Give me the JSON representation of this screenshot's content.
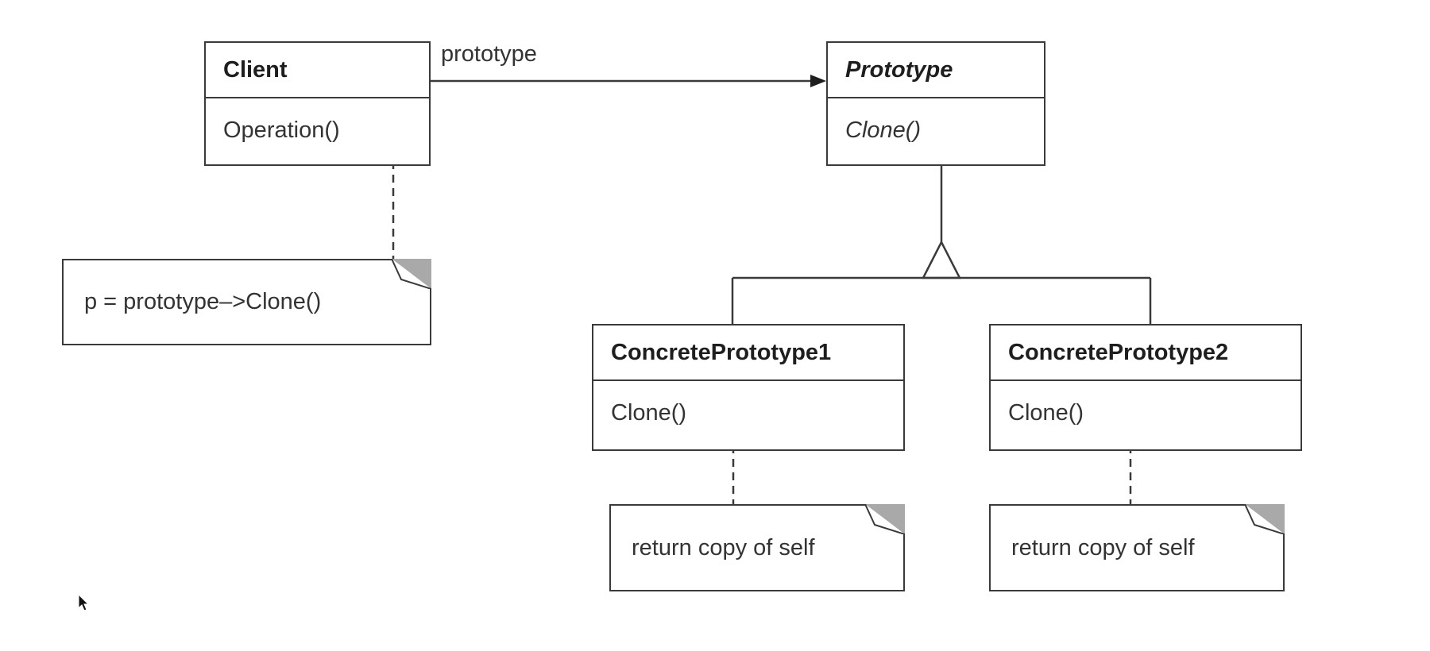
{
  "association": {
    "label": "prototype"
  },
  "classes": {
    "client": {
      "name": "Client",
      "operation": "Operation()"
    },
    "prototype": {
      "name": "Prototype",
      "operation": "Clone()"
    },
    "concrete1": {
      "name": "ConcretePrototype1",
      "operation": "Clone()"
    },
    "concrete2": {
      "name": "ConcretePrototype2",
      "operation": "Clone()"
    }
  },
  "notes": {
    "client_note": "p = prototype–>Clone()",
    "concrete1_note": "return copy of self",
    "concrete2_note": "return copy of self"
  },
  "colors": {
    "stroke": "#3a3a3a",
    "note_corner": "#a9a9a9"
  }
}
